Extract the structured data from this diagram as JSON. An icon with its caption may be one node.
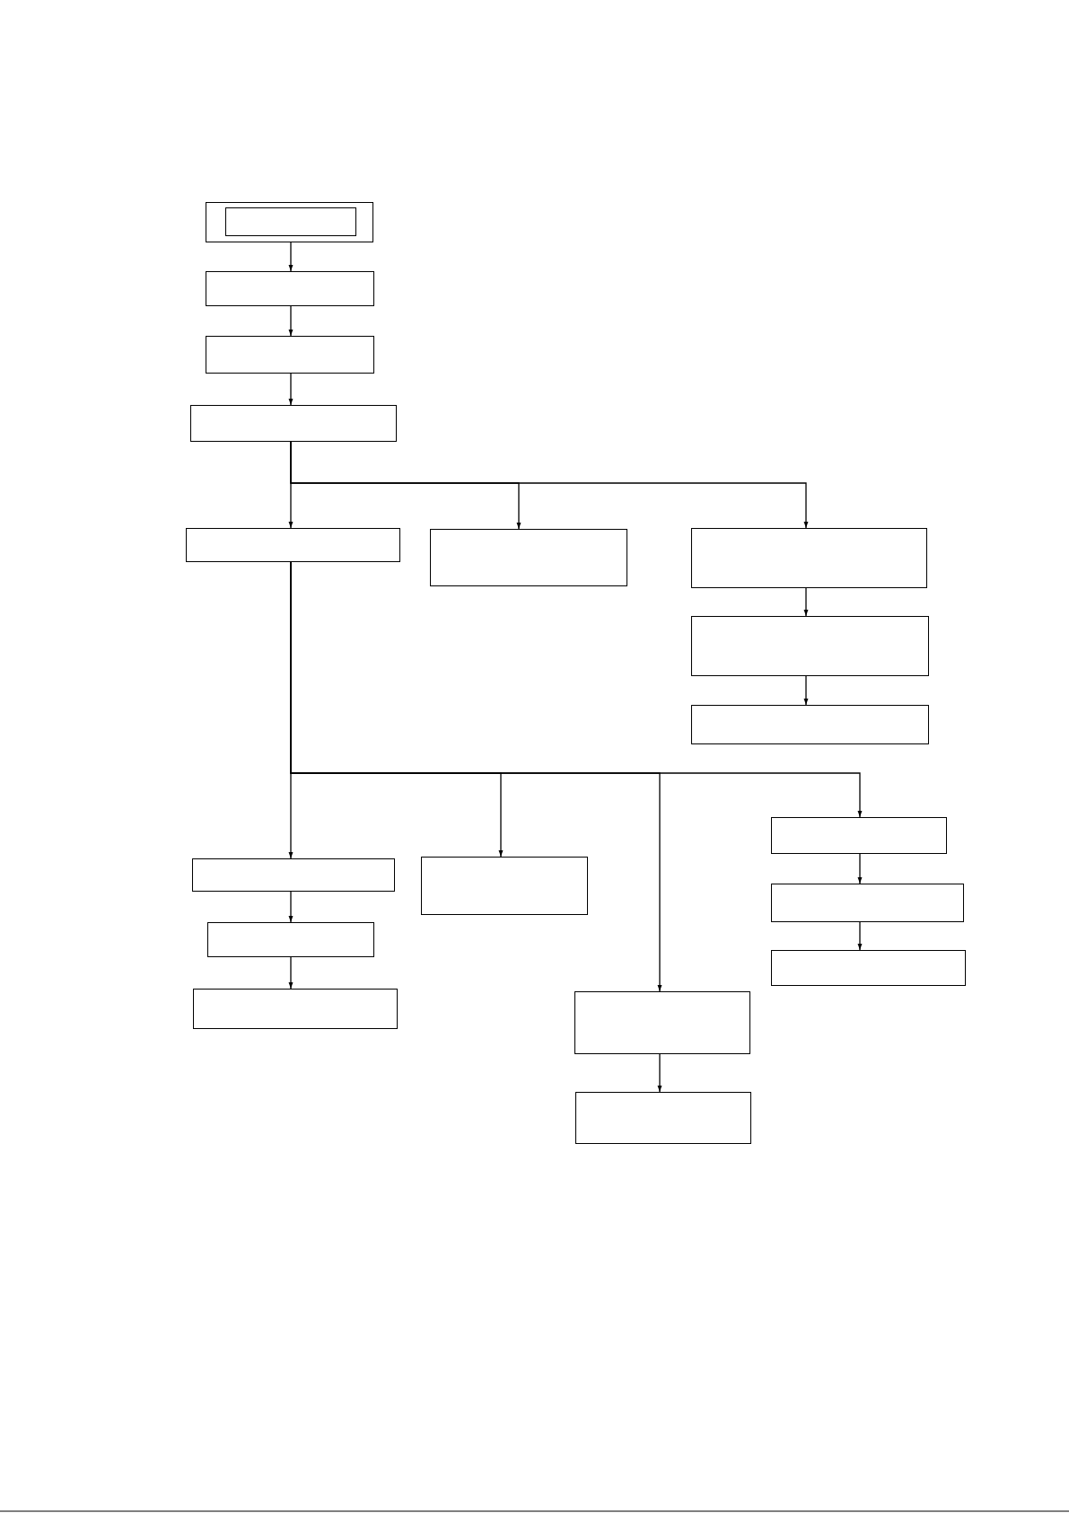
{
  "diagram": {
    "nodes": [
      {
        "text": [],
        "shape": "box"
      },
      {
        "text": [],
        "shape": "box",
        "in": 0
      },
      {
        "text": [],
        "shape": "box"
      },
      {
        "text": [],
        "shape": "box"
      },
      {
        "text": [],
        "shape": "box"
      },
      {
        "text": [],
        "shape": "box"
      },
      {
        "text": [],
        "shape": "box"
      },
      {
        "text": [],
        "shape": "box"
      },
      {
        "text": [],
        "shape": "box"
      },
      {
        "text": [],
        "shape": "box"
      },
      {
        "text": [],
        "shape": "box"
      },
      {
        "text": [],
        "shape": "box"
      },
      {
        "text": [],
        "shape": "box"
      },
      {
        "text": [],
        "shape": "box"
      },
      {
        "text": [],
        "shape": "box"
      },
      {
        "text": [],
        "shape": "box"
      },
      {
        "text": [],
        "shape": "box"
      },
      {
        "text": [],
        "shape": "box"
      },
      {
        "text": [],
        "shape": "box"
      }
    ],
    "edges": [
      {
        "from": 0,
        "to": 2,
        "arrow": "to"
      },
      {
        "from": 2,
        "to": 3,
        "arrow": "to"
      },
      {
        "from": 3,
        "to": 4,
        "arrow": "to"
      },
      {
        "from": 4,
        "to": 5,
        "arrow": "to"
      },
      {
        "from": 4,
        "to": 6,
        "arrow": "to"
      },
      {
        "from": 4,
        "to": 7,
        "arrow": "to"
      },
      {
        "from": 7,
        "to": 8,
        "arrow": "to"
      },
      {
        "from": 8,
        "to": 9,
        "arrow": "to"
      },
      {
        "from": 5,
        "to": 10,
        "arrow": "to"
      },
      {
        "from": 5,
        "to": 11,
        "arrow": "to"
      },
      {
        "from": 5,
        "to": 15,
        "arrow": "to"
      },
      {
        "from": 5,
        "to": 12,
        "arrow": "to"
      },
      {
        "from": 10,
        "to": 13,
        "arrow": "to"
      },
      {
        "from": 13,
        "to": 14,
        "arrow": "to"
      },
      {
        "from": 15,
        "to": 18,
        "arrow": "to"
      },
      {
        "from": 12,
        "to": 16,
        "arrow": "to"
      },
      {
        "from": 16,
        "to": 17,
        "arrow": "to"
      }
    ]
  }
}
